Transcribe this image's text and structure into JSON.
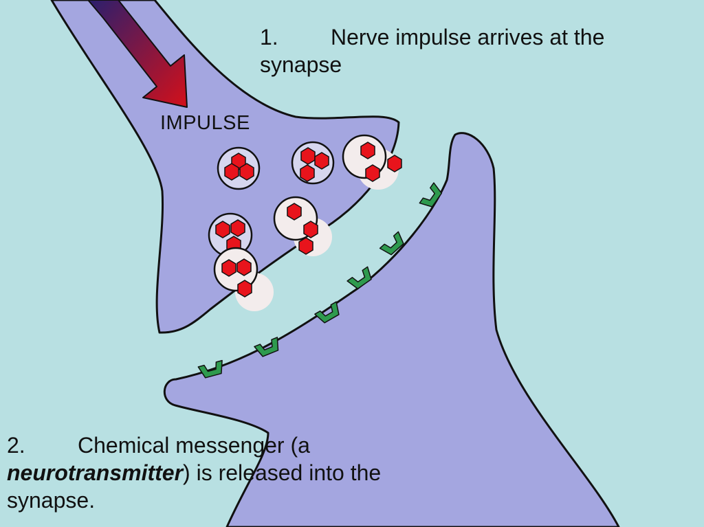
{
  "colors": {
    "background": "#b8e0e2",
    "neuron": "#a4a6e0",
    "outline": "#111111",
    "vesicle": "#f3ecec",
    "neurotransmitter": "#e8141c",
    "receptor": "#2e9a4e",
    "arrow_top": "#2a1f6e",
    "arrow_bottom": "#d3101a"
  },
  "labels": {
    "impulse": "IMPULSE"
  },
  "captions": {
    "step1_number": "1.",
    "step1_text": "Nerve impulse arrives at the synapse",
    "step2_number": "2.",
    "step2_text_before": "Chemical messenger (a ",
    "step2_term": "neurotransmitter",
    "step2_text_after": ") is released into the synapse."
  }
}
